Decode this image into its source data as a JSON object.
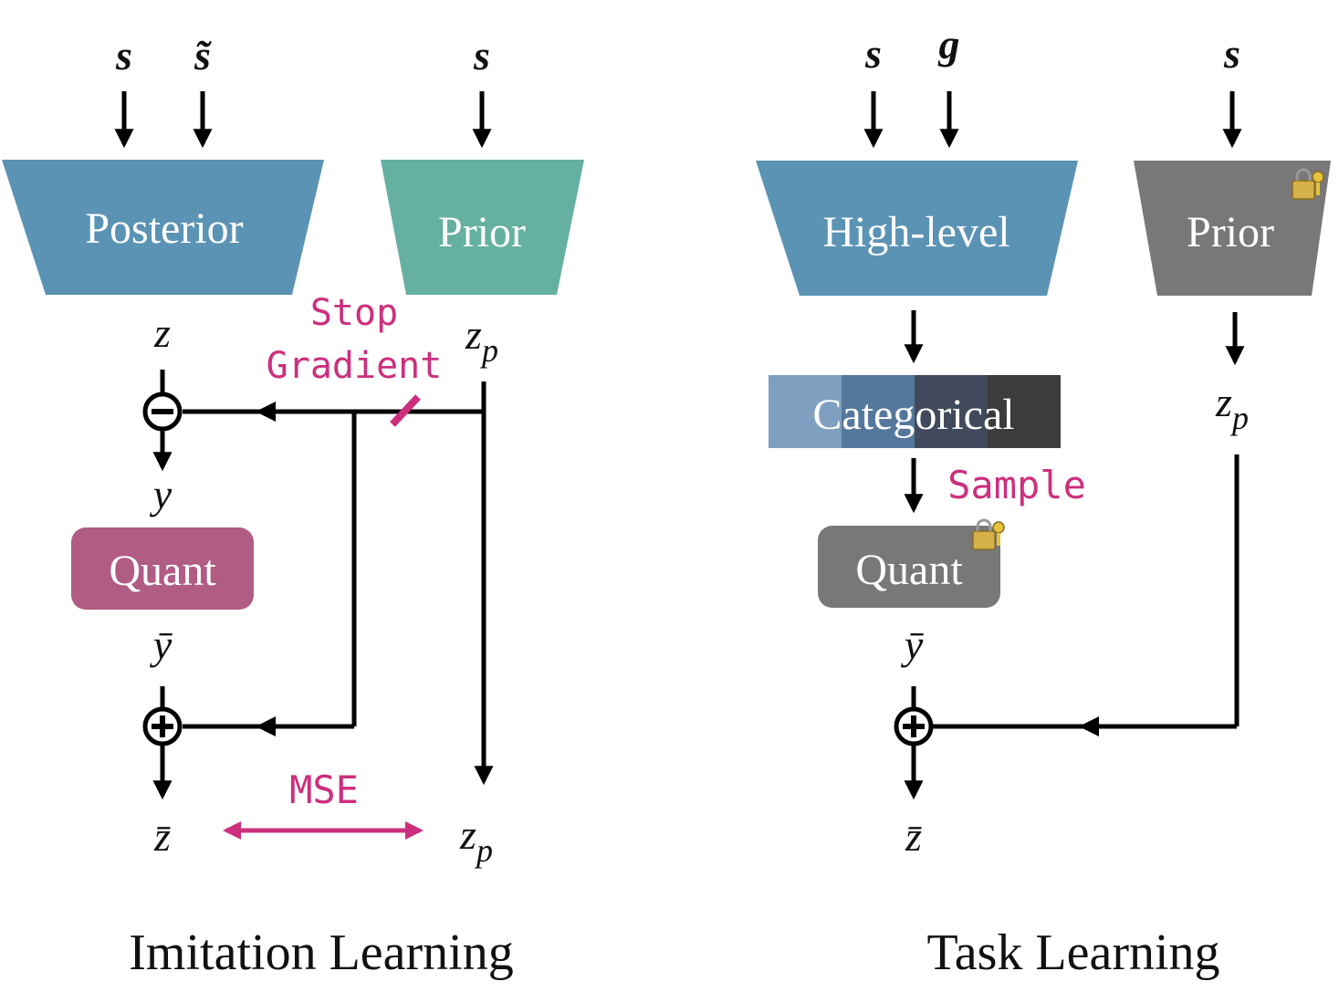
{
  "imitation": {
    "inputs": {
      "s1": "s",
      "s_tilde": "s̃",
      "s_prior": "s"
    },
    "posterior_label": "Posterior",
    "prior_label": "Prior",
    "z": "z",
    "zp_main": "z",
    "zp_sub": "p",
    "stop_line1": "Stop",
    "stop_line2": "Gradient",
    "minus": "−",
    "y": "y",
    "quant_label": "Quant",
    "ybar": "ȳ",
    "plus": "+",
    "zbar": "z̄",
    "mse_label": "MSE",
    "zp2_main": "z",
    "zp2_sub": "p",
    "caption": "Imitation Learning"
  },
  "task": {
    "inputs": {
      "s1": "s",
      "g": "g",
      "s_prior": "s"
    },
    "highlevel_label": "High-level",
    "prior_label": "Prior",
    "categorical_label": "Categorical",
    "sample_label": "Sample",
    "quant_label": "Quant",
    "zp_main": "z",
    "zp_sub": "p",
    "ybar": "ȳ",
    "plus": "+",
    "zbar": "z̄",
    "caption": "Task Learning",
    "lock_icons": [
      "lock-icon",
      "lock-icon"
    ]
  },
  "colors": {
    "posterior_blue": "#5b93b5",
    "prior_teal": "#65b0a0",
    "quant_pink": "#b05c84",
    "frozen_gray": "#787878",
    "accent_magenta": "#cc2f7d",
    "categorical_shades": [
      "#7f9fc0",
      "#54789c",
      "#404a5c",
      "#3c3c3c"
    ]
  }
}
